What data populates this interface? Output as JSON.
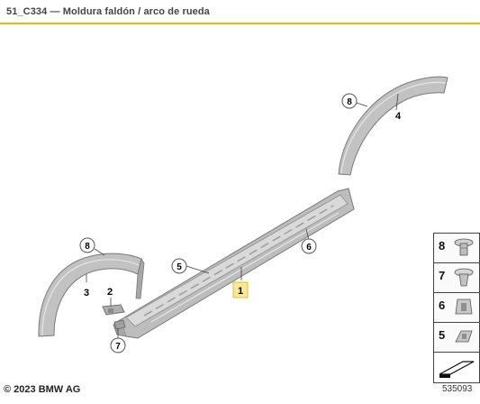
{
  "header": {
    "title": "51_C334 — Moldura faldón / arco de rueda"
  },
  "callouts": [
    {
      "id": "c1",
      "label": "1",
      "highlighted": true
    },
    {
      "id": "c2",
      "label": "2"
    },
    {
      "id": "c3",
      "label": "3"
    },
    {
      "id": "c4",
      "label": "4"
    },
    {
      "id": "c5",
      "label": "5",
      "circled": true
    },
    {
      "id": "c6",
      "label": "6",
      "circled": true
    },
    {
      "id": "c7",
      "label": "7",
      "circled": true
    },
    {
      "id": "c8a",
      "label": "8",
      "circled": true
    },
    {
      "id": "c8b",
      "label": "8",
      "circled": true
    }
  ],
  "legend": {
    "items": [
      "8",
      "7",
      "6",
      "5"
    ]
  },
  "footer": {
    "copyright": "© 2023 BMW AG",
    "diagram_number": "535093"
  },
  "colors": {
    "accent": "#f0b800",
    "highlight": "#fbe79a",
    "part": "#b9b9b9",
    "part_dark": "#8e8e8e"
  }
}
